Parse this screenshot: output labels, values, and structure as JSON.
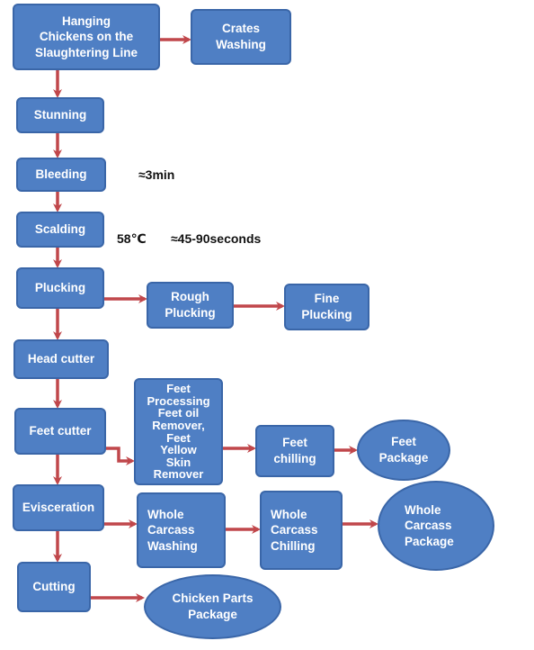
{
  "colors": {
    "node_fill": "#4f7fc4",
    "node_border": "#3a66a8",
    "arrow": "#c0474b",
    "text": "#ffffff"
  },
  "nodes": {
    "hanging": "Hanging\nChickens on the\nSlaughtering Line",
    "crates": "Crates\nWashing",
    "stunning": "Stunning",
    "bleeding": "Bleeding",
    "scalding": "Scalding",
    "plucking": "Plucking",
    "rough": "Rough\nPlucking",
    "fine": "Fine\nPlucking",
    "head": "Head cutter",
    "feet_cutter": "Feet cutter",
    "feet_processing": "Feet\nProcessing\nFeet oil\nRemover,\nFeet\nYellow\nSkin\nRemover",
    "feet_chilling": "Feet\nchilling",
    "feet_package": "Feet\nPackage",
    "evisceration": "Evisceration",
    "carcass_washing": "Whole\nCarcass\nWashing",
    "carcass_chilling": "Whole\nCarcass\nChilling",
    "carcass_package": "Whole\nCarcass\nPackage",
    "cutting": "Cutting",
    "parts_package": "Chicken Parts\nPackage"
  },
  "annotations": {
    "bleeding_time": "≈3min",
    "scalding_temp": "58℃",
    "scalding_time": "≈45-90seconds"
  }
}
